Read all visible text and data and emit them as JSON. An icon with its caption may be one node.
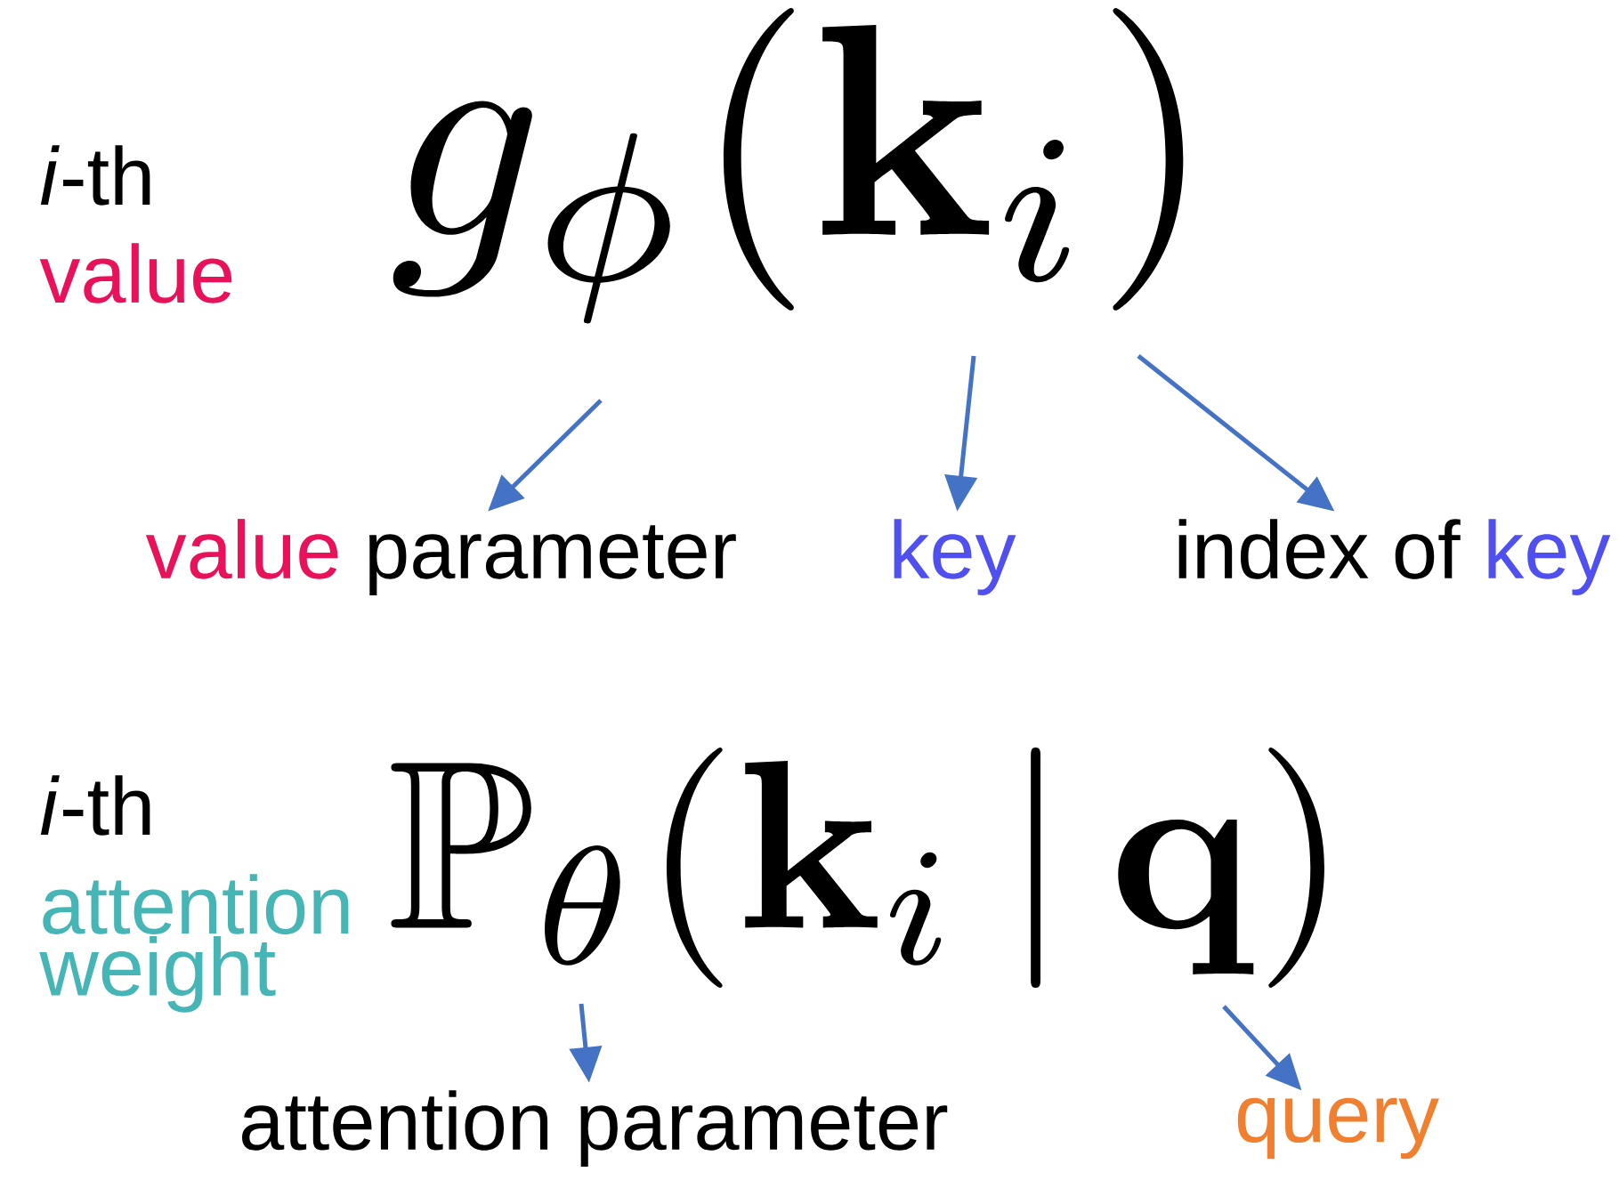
{
  "diagram": {
    "nodes": [
      {
        "text": [
          "g_{\\phi}(\\mathbf{k}_{i})"
        ]
      },
      {
        "text": [
          "value",
          "parameter"
        ]
      },
      {
        "text": [
          "key"
        ]
      },
      {
        "text": [
          "index of",
          "key"
        ]
      },
      {
        "text": [
          "\\mathbb{P}_{\\theta}(\\mathbf{k}_{i}\\,|\\,\\mathbf{q})"
        ]
      },
      {
        "text": [
          "attention parameter"
        ]
      },
      {
        "text": [
          "query"
        ]
      }
    ],
    "edges": [
      {
        "from": 0,
        "to": 1,
        "arrow": "to"
      },
      {
        "from": 0,
        "to": 2,
        "arrow": "to"
      },
      {
        "from": 0,
        "to": 3,
        "arrow": "to"
      },
      {
        "from": 4,
        "to": 5,
        "arrow": "to"
      },
      {
        "from": 4,
        "to": 6,
        "arrow": "to"
      }
    ],
    "labels": [
      "*i*-th",
      "value",
      "*i*-th",
      "attention weight"
    ]
  }
}
